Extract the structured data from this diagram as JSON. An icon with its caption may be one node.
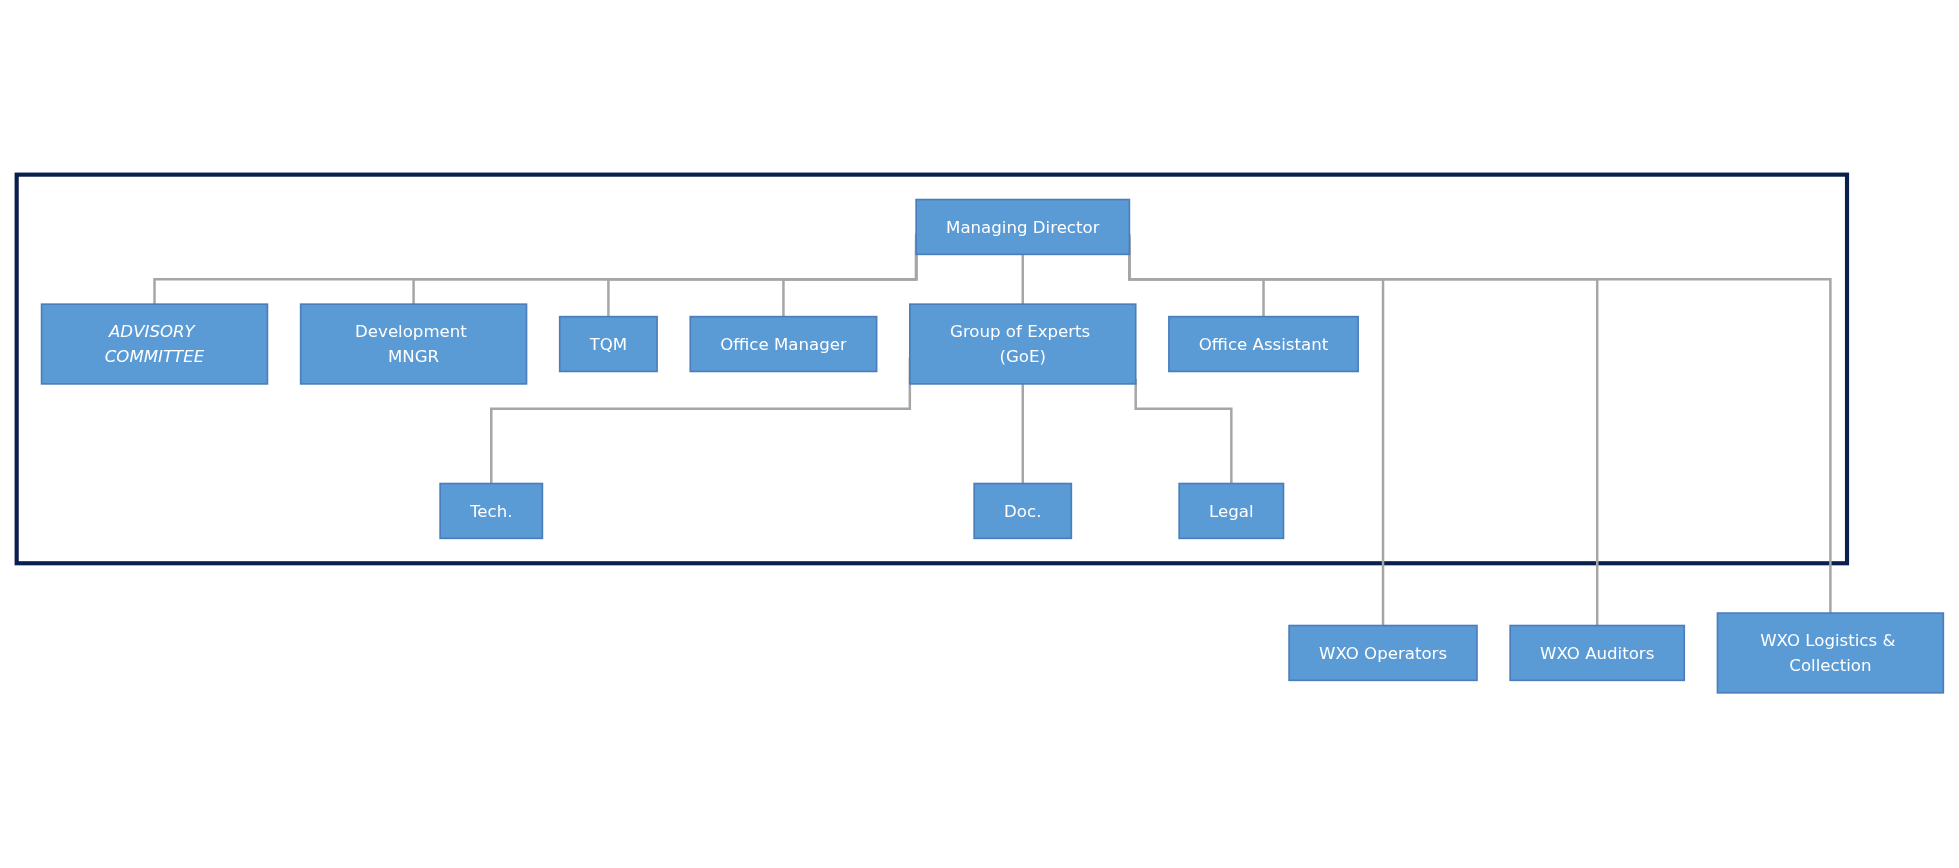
{
  "diagram": {
    "nodes": [
      {
        "text": [],
        "shape": "box"
      },
      {
        "text": [
          "Managing Director"
        ],
        "in": 0
      },
      {
        "text": [
          "ADVISORY COMMITTEE"
        ],
        "in": 0
      },
      {
        "text": [
          "Development MNGR"
        ],
        "in": 0
      },
      {
        "text": [
          "TQM"
        ],
        "in": 0
      },
      {
        "text": [
          "Office Manager"
        ],
        "in": 0
      },
      {
        "text": [
          "Group of Experts (GoE)"
        ],
        "in": 0
      },
      {
        "text": [
          "Office Assistant"
        ],
        "in": 0
      },
      {
        "text": [
          "Tech."
        ],
        "in": 0
      },
      {
        "text": [
          "Doc."
        ],
        "in": 0
      },
      {
        "text": [
          "Legal"
        ],
        "in": 0
      },
      {
        "text": [
          "WXO Operators"
        ]
      },
      {
        "text": [
          "WXO Auditors"
        ]
      },
      {
        "text": [
          "WXO Logistics & Collection"
        ]
      }
    ],
    "edges": [
      {
        "from": 1,
        "to": 2,
        "arrow": "none"
      },
      {
        "from": 1,
        "to": 3,
        "arrow": "none"
      },
      {
        "from": 1,
        "to": 4,
        "arrow": "none"
      },
      {
        "from": 1,
        "to": 5,
        "arrow": "none"
      },
      {
        "from": 1,
        "to": 6,
        "arrow": "none"
      },
      {
        "from": 1,
        "to": 7,
        "arrow": "none"
      },
      {
        "from": 6,
        "to": 8,
        "arrow": "none"
      },
      {
        "from": 6,
        "to": 9,
        "arrow": "none"
      },
      {
        "from": 6,
        "to": 10,
        "arrow": "none"
      },
      {
        "from": 1,
        "to": 11,
        "arrow": "none"
      },
      {
        "from": 1,
        "to": 12,
        "arrow": "none"
      },
      {
        "from": 1,
        "to": 13,
        "arrow": "none"
      }
    ]
  }
}
